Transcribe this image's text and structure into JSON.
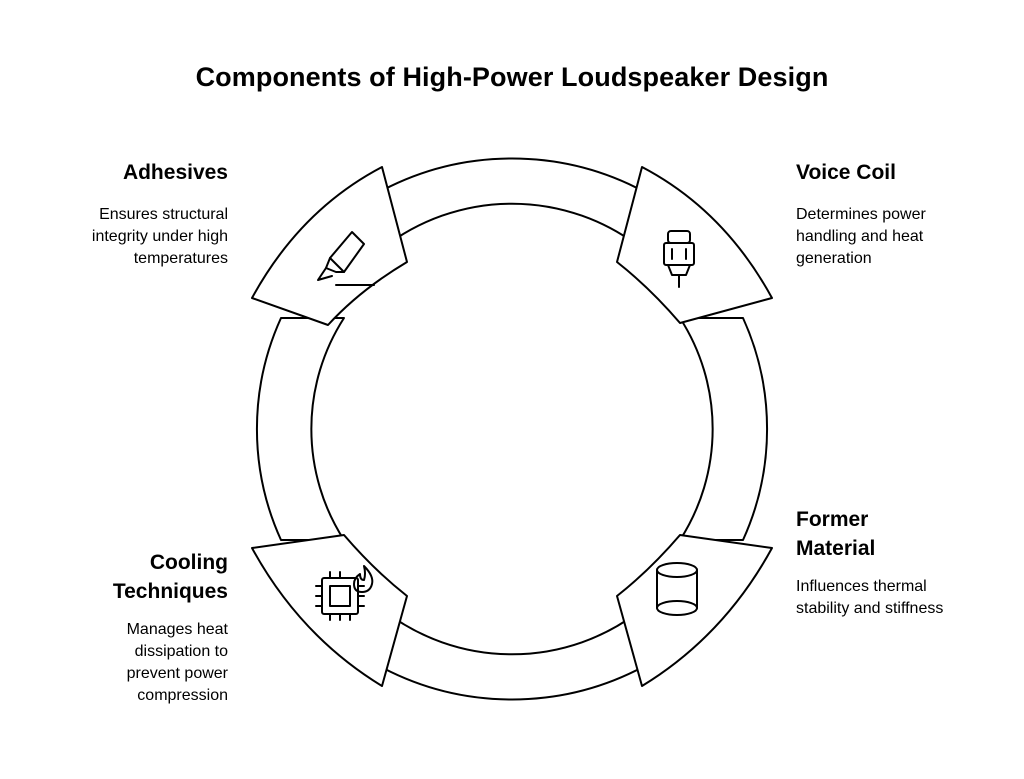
{
  "title": "Components of High-Power Loudspeaker Design",
  "components": [
    {
      "id": "adhesives",
      "label": "Adhesives",
      "description": [
        "Ensures structural",
        "integrity under high",
        "temperatures"
      ],
      "icon": "glue-stick-icon"
    },
    {
      "id": "voice-coil",
      "label": "Voice Coil",
      "description": [
        "Determines power",
        "handling and heat",
        "generation"
      ],
      "icon": "coil-icon"
    },
    {
      "id": "former-material",
      "label": [
        "Former",
        "Material"
      ],
      "description": [
        "Influences thermal",
        "stability and stiffness"
      ],
      "icon": "cylinder-icon"
    },
    {
      "id": "cooling-techniques",
      "label": [
        "Cooling",
        "Techniques"
      ],
      "description": [
        "Manages heat",
        "dissipation to",
        "prevent power",
        "compression"
      ],
      "icon": "chip-fire-icon"
    }
  ],
  "colors": {
    "stroke": "#000000",
    "fill": "#ffffff",
    "background": "#ffffff"
  }
}
